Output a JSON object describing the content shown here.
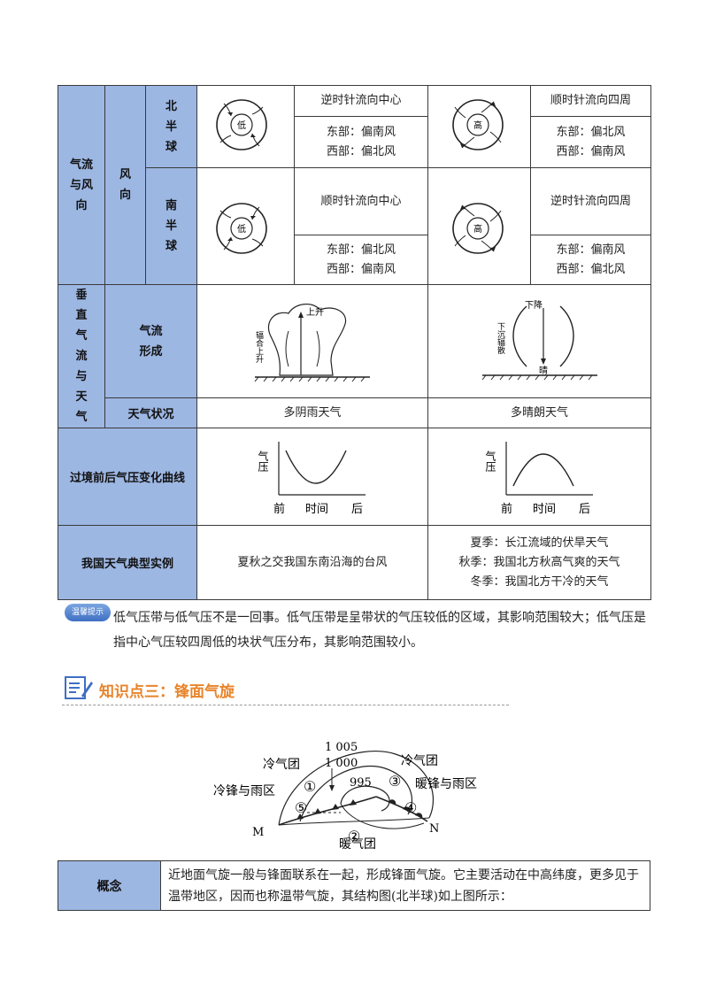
{
  "table": {
    "row_airflow_wind": "气流与风向",
    "wind_direction": "风向",
    "north_hemisphere": "北半球",
    "south_hemisphere": "南半球",
    "low_label": "低",
    "high_label": "高",
    "nh_low_rotation": "逆时针流向中心",
    "nh_low_east": "东部：偏南风",
    "nh_low_west": "西部：偏北风",
    "nh_high_rotation": "顺时针流向四周",
    "nh_high_east": "东部：偏北风",
    "nh_high_west": "西部：偏南风",
    "sh_low_rotation": "顺时针流向中心",
    "sh_low_east": "东部：偏北风",
    "sh_low_west": "西部：偏南风",
    "sh_high_rotation": "逆时针流向四周",
    "sh_high_east": "东部：偏南风",
    "sh_high_west": "西部：偏北风",
    "row_vertical": "垂直气流与天气",
    "airflow_formation": "气流形成",
    "rise_label": "上升",
    "converge_rise_label": "辐合上升",
    "descend_label": "下降",
    "sink_diverge_label": "下沉辐散",
    "clear_label": "晴",
    "weather_status": "天气状况",
    "weather_low": "多阴雨天气",
    "weather_high": "多晴朗天气",
    "row_pressure_curve": "过境前后气压变化曲线",
    "axis_pressure": "气压",
    "axis_before": "前",
    "axis_time": "时间",
    "axis_after": "后",
    "row_examples": "我国天气典型实例",
    "example_low": "夏秋之交我国东南沿海的台风",
    "example_high_1": "夏季：长江流域的伏旱天气",
    "example_high_2": "秋季：我国北方秋高气爽的天气",
    "example_high_3": "冬季：我国北方干冷的天气"
  },
  "tip": {
    "badge": "温馨提示",
    "text": "低气压带与低气压不是一回事。低气压带是呈带状的气压较低的区域，其影响范围较大；低气压是指中心气压较四周低的块状气压分布，其影响范围较小。"
  },
  "section": {
    "title": "知识点三：锋面气旋"
  },
  "diagram": {
    "iso_1005": "1 005",
    "iso_1000": "1 000",
    "iso_995": "995",
    "cold_air_left": "冷气团",
    "cold_air_right": "冷气团",
    "cold_front_rain": "冷锋与雨区",
    "warm_front_rain": "暖锋与雨区",
    "warm_air": "暖气团",
    "point_m": "M",
    "point_n": "N",
    "num1": "①",
    "num2": "②",
    "num3": "③",
    "num4": "④",
    "num5": "⑤"
  },
  "concept": {
    "label": "概念",
    "text": "近地面气旋一般与锋面联系在一起，形成锋面气旋。它主要活动在中高纬度，更多见于温带地区，因而也称温带气旋，其结构图(北半球)如上图所示："
  }
}
